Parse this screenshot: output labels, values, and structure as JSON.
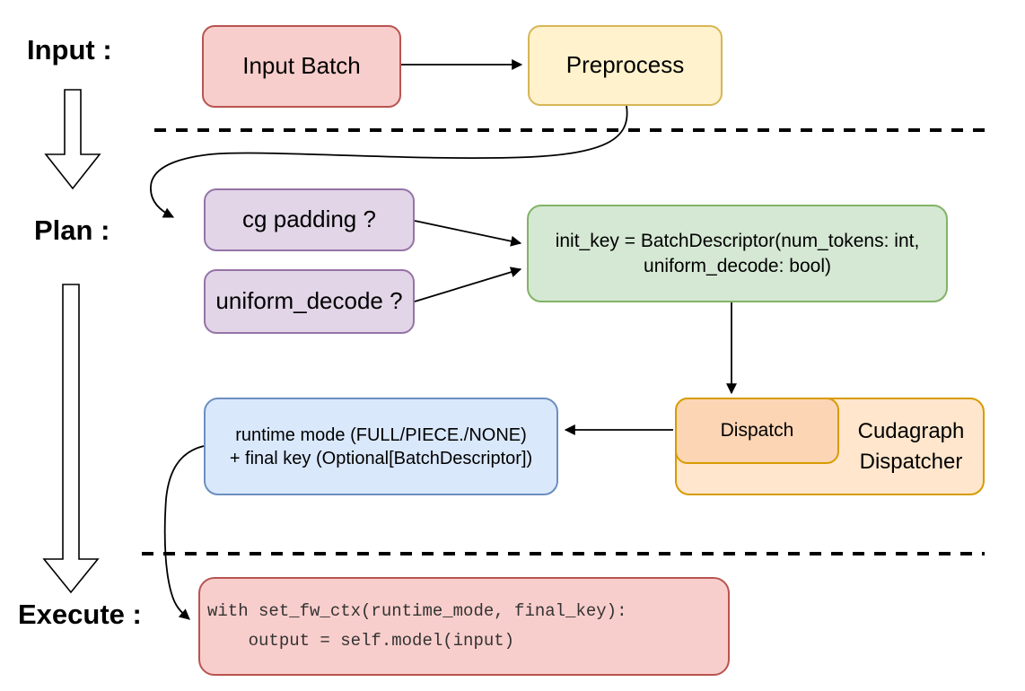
{
  "sections": {
    "input_label": "Input :",
    "plan_label": "Plan :",
    "execute_label": "Execute :"
  },
  "nodes": {
    "input_batch": {
      "label": "Input Batch",
      "fill": "#f8cecc",
      "stroke": "#b85450"
    },
    "preprocess": {
      "label": "Preprocess",
      "fill": "#fff2cc",
      "stroke": "#d6b656"
    },
    "cg_padding": {
      "label": "cg padding ?",
      "fill": "#e1d5e7",
      "stroke": "#9673a6"
    },
    "uniform_decode": {
      "label": "uniform_decode ?",
      "fill": "#e1d5e7",
      "stroke": "#9673a6"
    },
    "init_key": {
      "line1": "init_key = BatchDescriptor(num_tokens: int,",
      "line2": "uniform_decode: bool)",
      "fill": "#d5e8d4",
      "stroke": "#82b366"
    },
    "dispatch": {
      "label": "Dispatch",
      "fill": "#fcd5b5",
      "stroke": "#d79b00"
    },
    "cudagraph_dispatcher": {
      "line1": "Cudagraph",
      "line2": "Dispatcher",
      "fill": "#ffe6cc",
      "stroke": "#d79b00"
    },
    "runtime_result": {
      "line1": "runtime mode (FULL/PIECE./NONE)",
      "line2": "+ final key (Optional[BatchDescriptor])",
      "fill": "#dae8fc",
      "stroke": "#6c8ebf"
    },
    "execute_code": {
      "line1": "with set_fw_ctx(runtime_mode, final_key):",
      "line2": "    output = self.model(input)",
      "fill": "#f8cecc",
      "stroke": "#b85450"
    }
  },
  "edge_color": "#000000"
}
